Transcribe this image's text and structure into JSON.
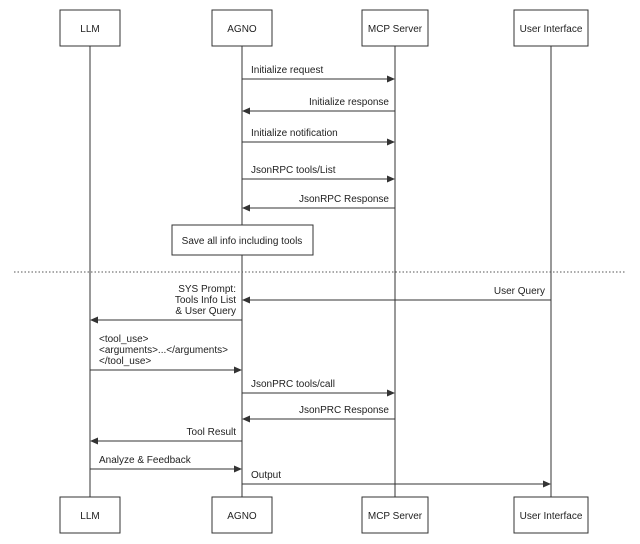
{
  "participants": [
    {
      "id": "llm",
      "name": "LLM"
    },
    {
      "id": "agno",
      "name": "AGNO"
    },
    {
      "id": "mcp",
      "name": "MCP Server"
    },
    {
      "id": "ui",
      "name": "User Interface"
    }
  ],
  "messages": [
    {
      "from": "agno",
      "to": "mcp",
      "lines": [
        "Initialize request"
      ]
    },
    {
      "from": "mcp",
      "to": "agno",
      "lines": [
        "Initialize response"
      ]
    },
    {
      "from": "agno",
      "to": "mcp",
      "lines": [
        "Initialize notification"
      ]
    },
    {
      "from": "agno",
      "to": "mcp",
      "lines": [
        "JsonRPC tools/List"
      ]
    },
    {
      "from": "mcp",
      "to": "agno",
      "lines": [
        "JsonRPC Response"
      ]
    },
    {
      "from": "ui",
      "to": "agno",
      "lines": [
        "User Query"
      ]
    },
    {
      "from": "agno",
      "to": "llm",
      "lines": [
        "SYS Prompt:",
        "Tools Info List",
        "& User Query"
      ]
    },
    {
      "from": "llm",
      "to": "agno",
      "lines": [
        "<tool_use>",
        "<arguments>...</arguments>",
        "</tool_use>"
      ]
    },
    {
      "from": "agno",
      "to": "mcp",
      "lines": [
        "JsonPRC tools/call"
      ]
    },
    {
      "from": "mcp",
      "to": "agno",
      "lines": [
        "JsonPRC Response"
      ]
    },
    {
      "from": "agno",
      "to": "llm",
      "lines": [
        "Tool Result"
      ]
    },
    {
      "from": "llm",
      "to": "agno",
      "lines": [
        "Analyze & Feedback"
      ]
    },
    {
      "from": "agno",
      "to": "ui",
      "lines": [
        "Output"
      ]
    }
  ],
  "note": {
    "text": "Save all info including tools"
  }
}
